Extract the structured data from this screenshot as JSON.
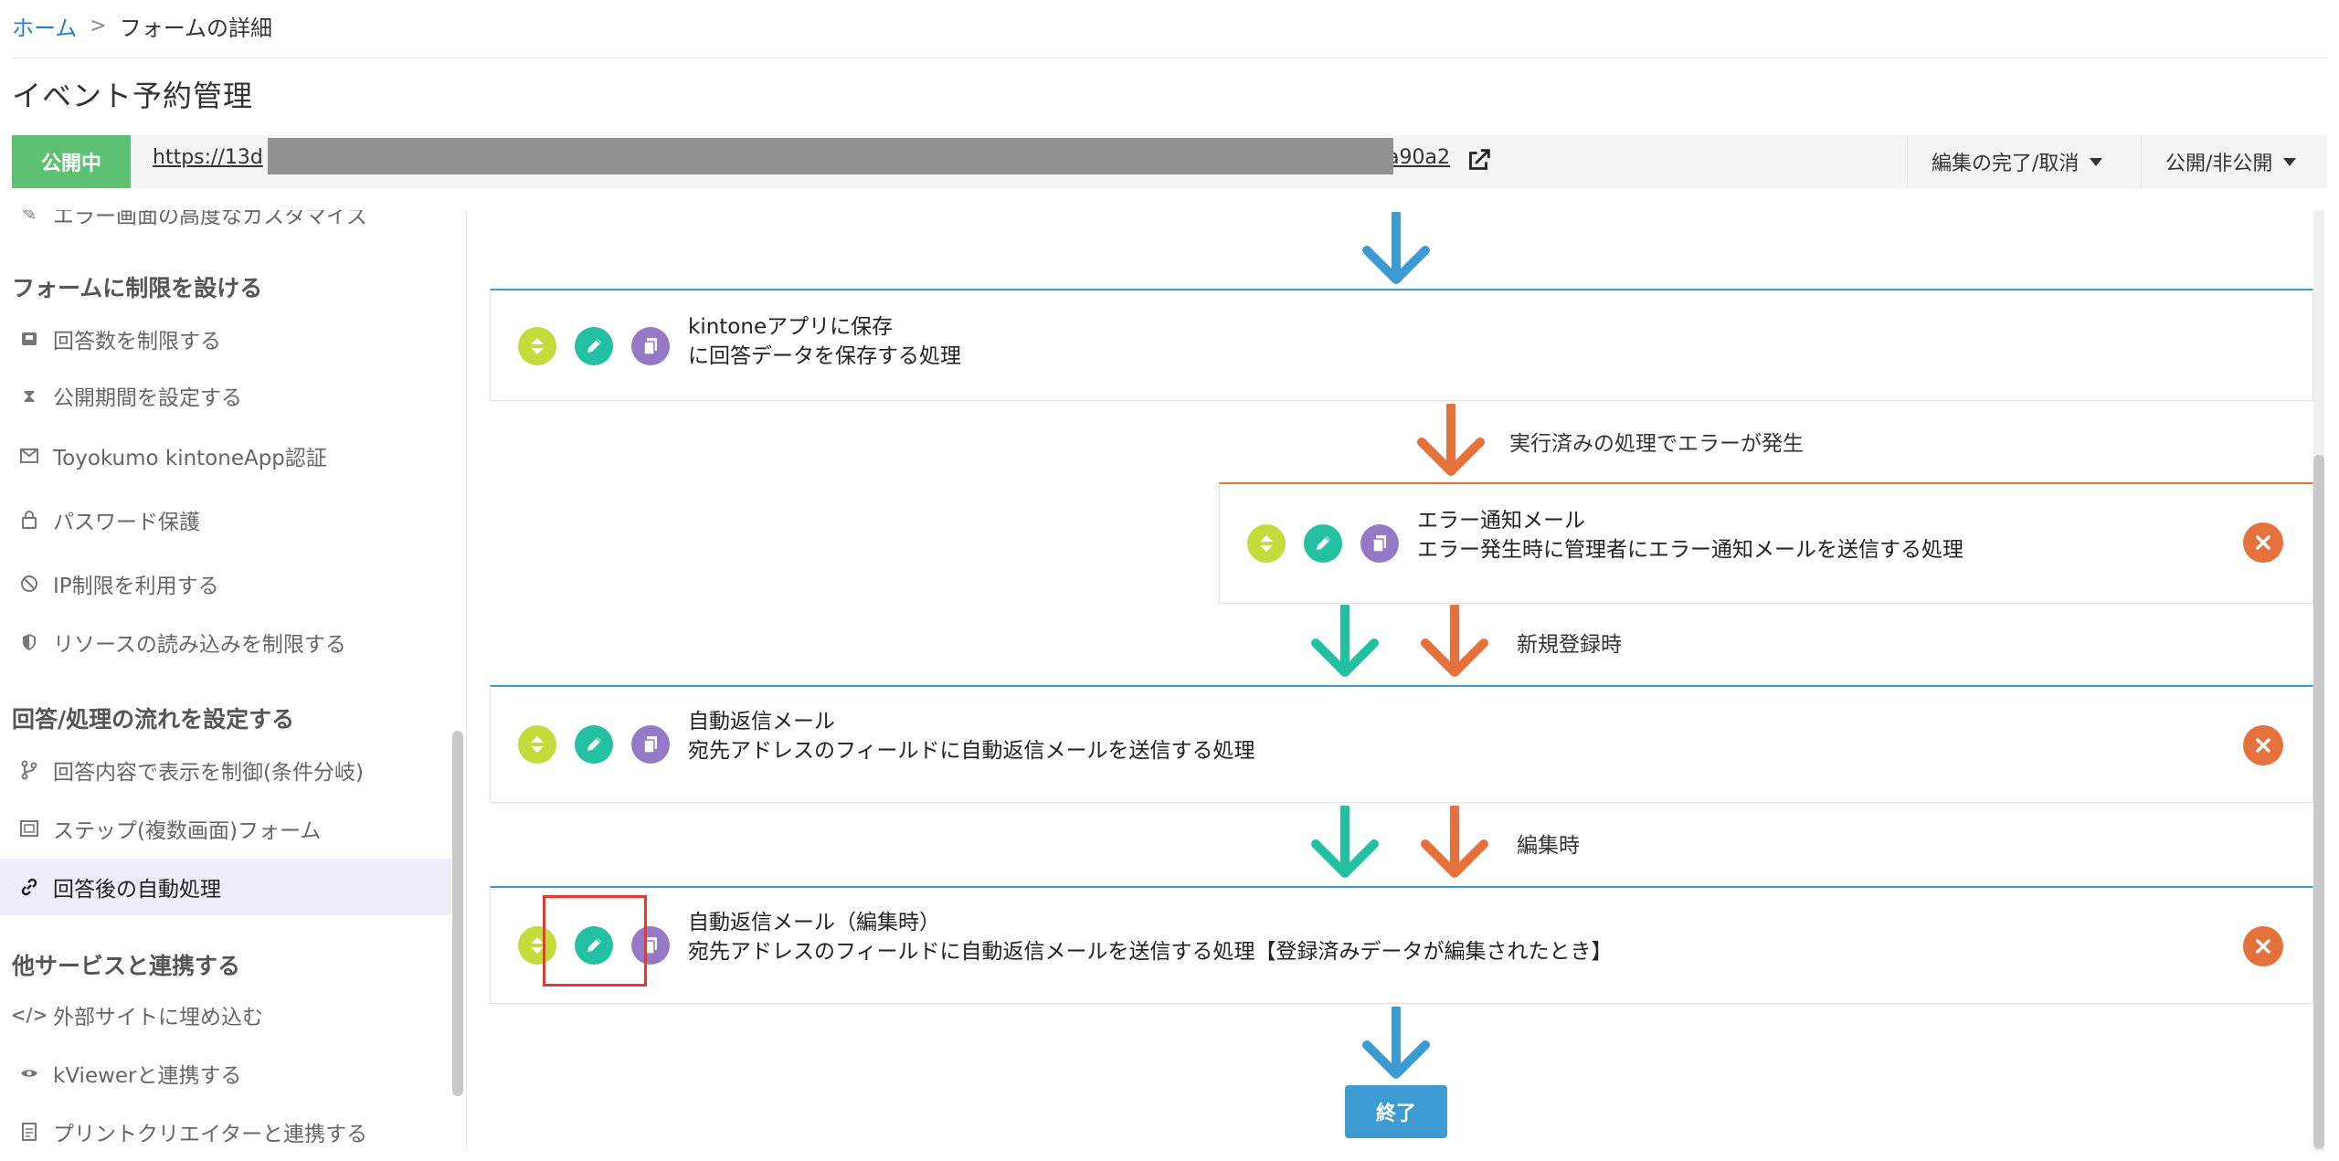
{
  "breadcrumb": {
    "home": "ホーム",
    "separator": ">",
    "current": "フォームの詳細"
  },
  "page_title": "イベント予約管理",
  "publish_bar": {
    "status": "公開中",
    "url_start": "https://13d",
    "url_end": "a90a2",
    "edit_menu": "編集の完了/取消",
    "publish_menu": "公開/非公開"
  },
  "sidebar": {
    "partial_item": "エラー画面の高度なカスタマイズ",
    "sections": [
      {
        "title": "フォームに制限を設ける",
        "items": [
          "回答数を制限する",
          "公開期間を設定する",
          "Toyokumo kintoneApp認証",
          "パスワード保護",
          "IP制限を利用する",
          "リソースの読み込みを制限する"
        ]
      },
      {
        "title": "回答/処理の流れを設定する",
        "items": [
          "回答内容で表示を制御(条件分岐)",
          "ステップ(複数画面)フォーム",
          "回答後の自動処理"
        ]
      },
      {
        "title": "他サービスと連携する",
        "items": [
          "外部サイトに埋め込む",
          "kViewerと連携する",
          "プリントクリエイターと連携する"
        ]
      }
    ],
    "active_item": "回答後の自動処理"
  },
  "flow": {
    "cards": [
      {
        "title": "kintoneアプリに保存",
        "desc": "に回答データを保存する処理"
      },
      {
        "title": "エラー通知メール",
        "desc": "エラー発生時に管理者にエラー通知メールを送信する処理"
      },
      {
        "title": "自動返信メール",
        "desc": "宛先アドレスのフィールドに自動返信メールを送信する処理"
      },
      {
        "title": "自動返信メール（編集時）",
        "desc": "宛先アドレスのフィールドに自動返信メールを送信する処理【登録済みデータが編集されたとき】"
      }
    ],
    "labels": {
      "error": "実行済みの処理でエラーが発生",
      "new": "新規登録時",
      "edit": "編集時"
    },
    "end_label": "終了"
  },
  "colors": {
    "blue": "#3d9bd2",
    "green": "#23c0a2",
    "orange": "#e5713c",
    "lime": "#c3dc3c",
    "purple": "#9479c6",
    "status": "#5cc172"
  }
}
